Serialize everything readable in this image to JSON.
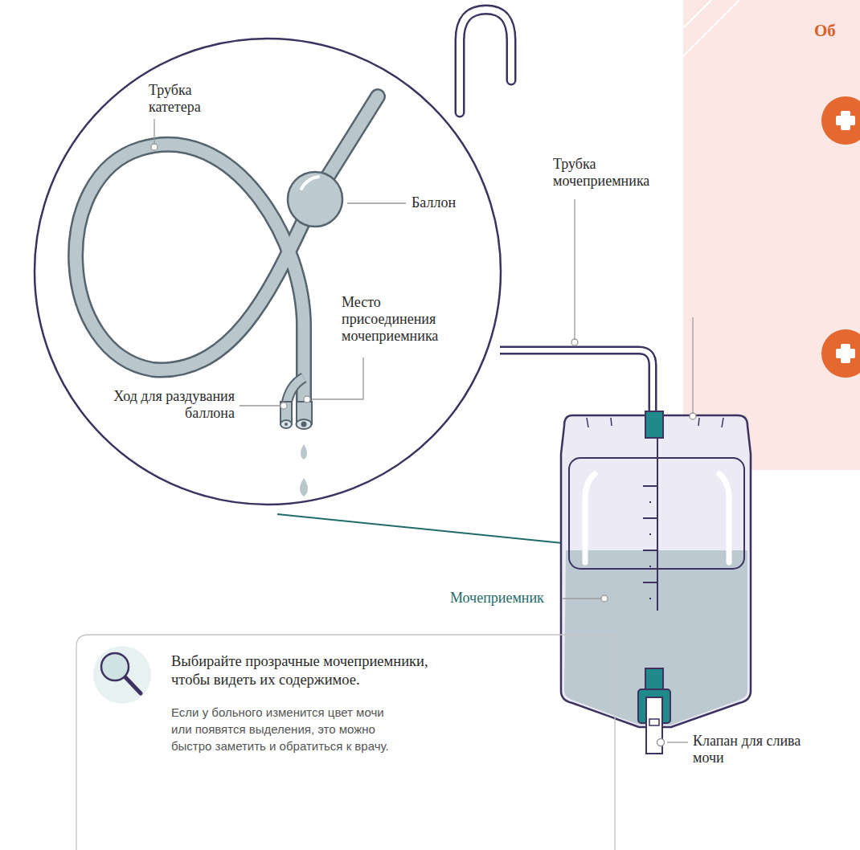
{
  "diagram": {
    "nodes": [
      {
        "text": [
          "Об"
        ]
      },
      {
        "text": [
          "Выбирайте прозрачные мочеприемники, чтобы видеть их содержимое.",
          "Если у больного изменится цвет мочи или появятся выделения, это можно быстро заметить и обратиться к врачу."
        ]
      }
    ],
    "labels": [
      "Трубка катетера",
      "Баллон",
      "Место присоединения мочеприемника",
      "Ход для раздувания баллона",
      "Трубка мочеприемника",
      "Мочеприемник",
      "Клапан для слива мочи"
    ]
  }
}
